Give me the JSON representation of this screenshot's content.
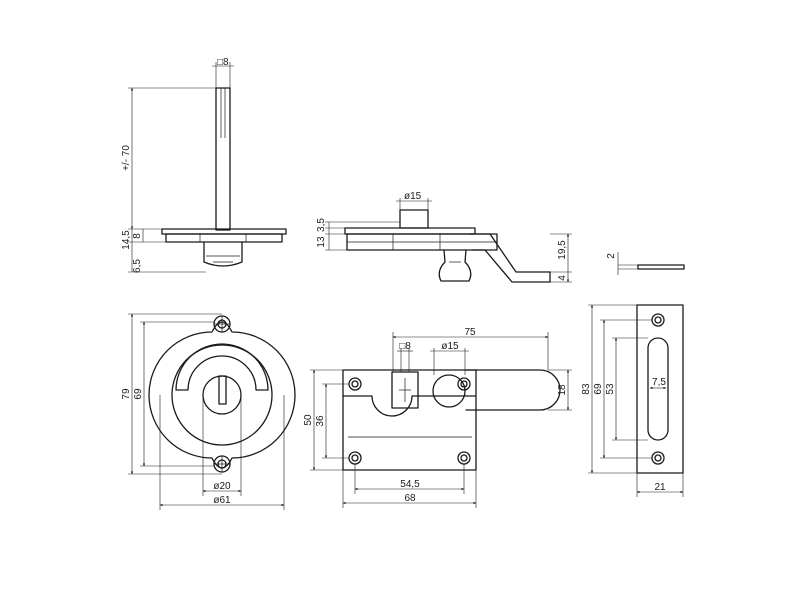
{
  "dims": {
    "side_sq8": "□8",
    "side_70": "+/- 70",
    "side_14_5": "14,5",
    "side_8": "8",
    "side_6_5": "6,5",
    "top_d15": "ø15",
    "top_3_5": "3,5",
    "top_13": "13",
    "top_19_5": "19,5",
    "top_4": "4",
    "plate_2": "2",
    "rose_79": "79",
    "rose_69": "69",
    "rose_d20": "ø20",
    "rose_d61": "ø61",
    "bolt_75": "75",
    "bolt_sq8": "□8",
    "bolt_d15": "ø15",
    "bolt_18": "18",
    "bolt_50": "50",
    "bolt_36": "36",
    "bolt_54_5": "54,5",
    "bolt_68": "68",
    "keep_83": "83",
    "keep_69": "69",
    "keep_53": "53",
    "keep_7_5": "7,5",
    "keep_21": "21"
  }
}
